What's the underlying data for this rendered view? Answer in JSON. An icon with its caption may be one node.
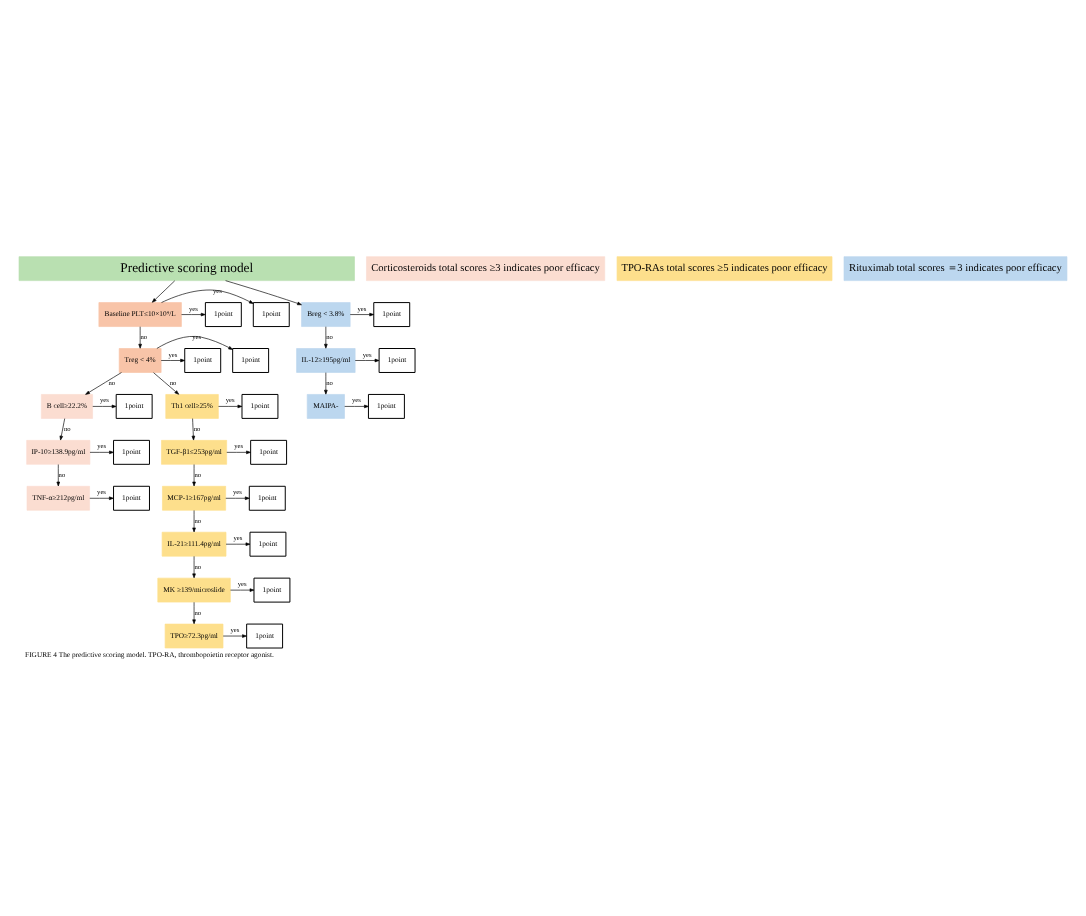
{
  "diagram": {
    "caption": "FIGURE 4 The predictive scoring model. TPO-RA, thrombopoietin receptor agonist.",
    "nodes": [
      {
        "text": [
          "Predictive scoring model"
        ]
      },
      {
        "text": [
          "1point"
        ]
      },
      {
        "text": [
          "Baseline PLT≤10×10⁹/L"
        ]
      },
      {
        "text": [
          "1point"
        ]
      },
      {
        "text": [
          "Breg < 3.8%"
        ]
      },
      {
        "text": [
          "1point"
        ]
      },
      {
        "text": [
          "1point"
        ]
      },
      {
        "text": [
          "Treg < 4%"
        ]
      },
      {
        "text": [
          "1point"
        ]
      },
      {
        "text": [
          "IL-12≥195pg/ml"
        ]
      },
      {
        "text": [
          "1point"
        ]
      },
      {
        "text": [
          "1point"
        ]
      },
      {
        "text": [
          "B cell≥22.2%"
        ]
      },
      {
        "text": [
          "Th1 cell≥25%"
        ]
      },
      {
        "text": [
          "1point"
        ]
      },
      {
        "text": [
          "MAIPA-"
        ]
      },
      {
        "text": [
          "1point"
        ]
      },
      {
        "text": [
          "1point"
        ]
      },
      {
        "text": [
          "IP-10≥138.9pg/ml"
        ]
      },
      {
        "text": [
          "TGF-β1≤253pg/ml"
        ]
      },
      {
        "text": [
          "1point"
        ]
      },
      {
        "text": [
          "1point"
        ]
      },
      {
        "text": [
          "TNF-α≥212pg/ml"
        ]
      },
      {
        "text": [
          "MCP-1≥167pg/ml"
        ]
      },
      {
        "text": [
          "1point"
        ]
      },
      {
        "text": [
          "IL-21≥111.4pg/ml"
        ]
      },
      {
        "text": [
          "1point"
        ]
      },
      {
        "text": [
          "MK ≥139/microslide"
        ]
      },
      {
        "text": [
          "1point"
        ]
      },
      {
        "text": [
          "TPO≥72.3pg/ml"
        ]
      },
      {
        "text": [
          "1point"
        ]
      },
      {
        "text": [
          "Corticosteroids total scores ≥3 indicates poor efficacy"
        ]
      },
      {
        "text": [
          "TPO-RAs total scores ≥5 indicates poor efficacy"
        ]
      },
      {
        "text": [
          "Rituximab total scores ＝3 indicates poor efficacy"
        ]
      }
    ],
    "edges": [
      {
        "from": 0,
        "to": 2,
        "arrow": "to"
      },
      {
        "from": 0,
        "to": 4,
        "arrow": "to"
      },
      {
        "from": 2,
        "to": 1,
        "arrow": "to",
        "label": "yes"
      },
      {
        "from": 2,
        "to": 3,
        "arrow": "to",
        "label": "yes"
      },
      {
        "from": 2,
        "to": 7,
        "arrow": "to",
        "label": "no"
      },
      {
        "from": 7,
        "to": 6,
        "arrow": "to",
        "label": "yes"
      },
      {
        "from": 7,
        "to": 8,
        "arrow": "to",
        "label": "yes"
      },
      {
        "from": 7,
        "to": 12,
        "arrow": "to",
        "label": "no"
      },
      {
        "from": 7,
        "to": 13,
        "arrow": "to",
        "label": "no"
      },
      {
        "from": 12,
        "to": 11,
        "arrow": "to",
        "label": "yes"
      },
      {
        "from": 12,
        "to": 18,
        "arrow": "to",
        "label": "no"
      },
      {
        "from": 18,
        "to": 17,
        "arrow": "to",
        "label": "yes"
      },
      {
        "from": 18,
        "to": 22,
        "arrow": "to",
        "label": "no"
      },
      {
        "from": 22,
        "to": 21,
        "arrow": "to",
        "label": "yes"
      },
      {
        "from": 13,
        "to": 14,
        "arrow": "to",
        "label": "yes"
      },
      {
        "from": 13,
        "to": 19,
        "arrow": "to",
        "label": "no"
      },
      {
        "from": 19,
        "to": 20,
        "arrow": "to",
        "label": "yes"
      },
      {
        "from": 19,
        "to": 23,
        "arrow": "to",
        "label": "no"
      },
      {
        "from": 23,
        "to": 24,
        "arrow": "to",
        "label": "yes"
      },
      {
        "from": 23,
        "to": 25,
        "arrow": "to",
        "label": "no"
      },
      {
        "from": 25,
        "to": 26,
        "arrow": "to",
        "label": "yes"
      },
      {
        "from": 25,
        "to": 27,
        "arrow": "to",
        "label": "no"
      },
      {
        "from": 27,
        "to": 28,
        "arrow": "to",
        "label": "yes"
      },
      {
        "from": 27,
        "to": 29,
        "arrow": "to",
        "label": "no"
      },
      {
        "from": 29,
        "to": 30,
        "arrow": "to",
        "label": "yes"
      },
      {
        "from": 4,
        "to": 5,
        "arrow": "to",
        "label": "yes"
      },
      {
        "from": 4,
        "to": 9,
        "arrow": "to",
        "label": "no"
      },
      {
        "from": 9,
        "to": 10,
        "arrow": "to",
        "label": "yes"
      },
      {
        "from": 9,
        "to": 15,
        "arrow": "to",
        "label": "no"
      },
      {
        "from": 15,
        "to": 16,
        "arrow": "to",
        "label": "yes"
      }
    ]
  }
}
